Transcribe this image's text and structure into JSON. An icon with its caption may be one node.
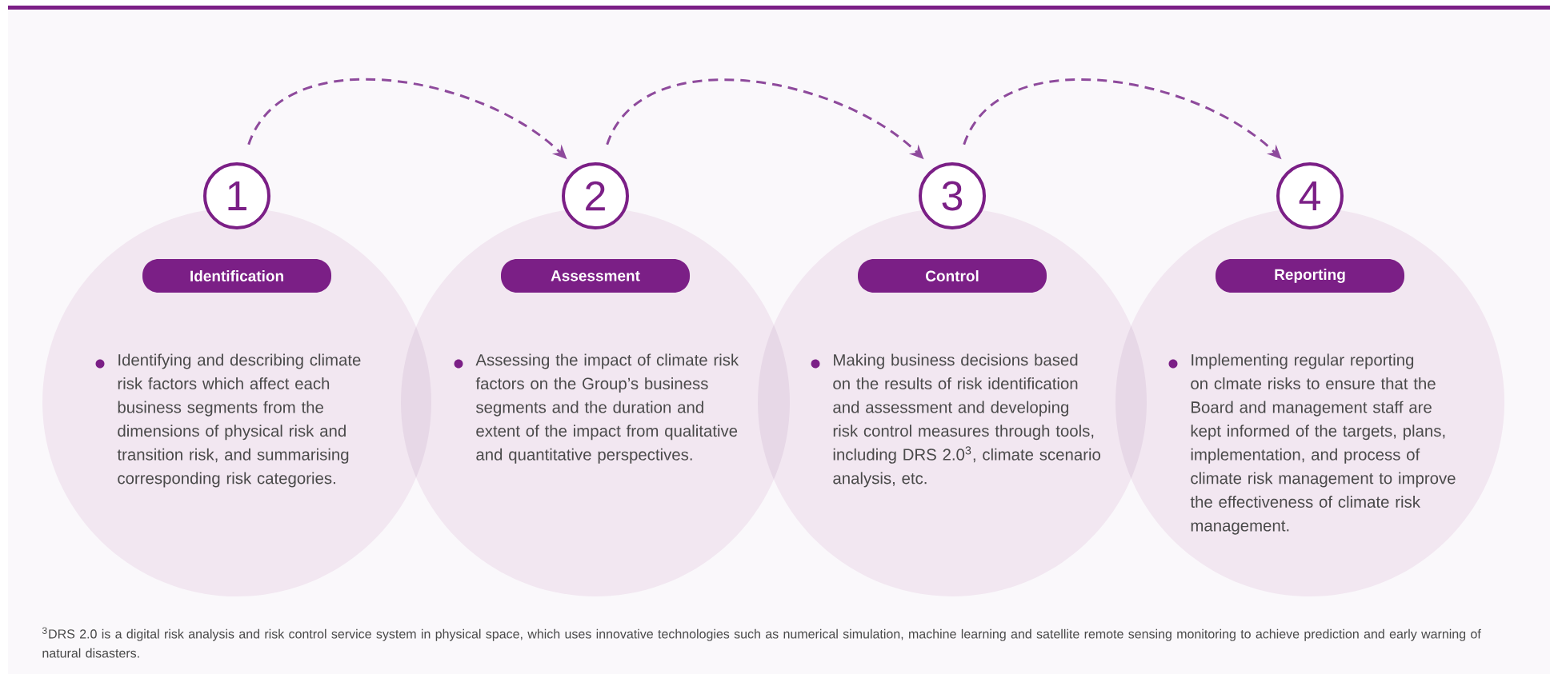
{
  "diagram": {
    "nodes": [
      {
        "text": [
          "1"
        ]
      },
      {
        "text": [
          "Identifying and describing climate risk factors which affect each business segments from the dimensions of physical risk and transition risk, and summarising corresponding risk categories."
        ]
      },
      {
        "text": [
          "Identification"
        ],
        "in": 1
      },
      {
        "text": [
          "2"
        ]
      },
      {
        "text": [
          "Assessing the impact of climate risk factors on the Group’s business segments and the duration and extent of the impact from qualitative and quantitative perspectives."
        ]
      },
      {
        "text": [
          "Assessment"
        ],
        "in": 4
      },
      {
        "text": [
          "3"
        ]
      },
      {
        "text": [
          "Making business decisions based on the results of risk identification and assessment and developing risk control measures through tools, including DRS 2.0$^{3}$, climate scenario analysis, etc."
        ]
      },
      {
        "text": [
          "Control"
        ],
        "in": 7
      },
      {
        "text": [
          "4"
        ]
      },
      {
        "text": [
          "Implementing regular reporting on clmate risks to ensure that the Board and management staff are kept informed of the targets, plans, implementation, and process of climate risk management to improve the effectiveness of climate risk management."
        ]
      },
      {
        "text": [
          "Reporting"
        ],
        "in": 10
      }
    ],
    "edges": [
      {
        "from": 0,
        "to": 3,
        "arrow": "to",
        "style": "dashed"
      },
      {
        "from": 3,
        "to": 6,
        "arrow": "to",
        "style": "dashed"
      },
      {
        "from": 6,
        "to": 9,
        "arrow": "to",
        "style": "dashed"
      }
    ],
    "labels": [
      "$^{3}$DRS 2.0 is a digital risk analysis and risk control service system in physical space, which uses innovative technologies such as numerical simulation, machine learning and satellite remote sensing monitoring to achieve prediction and early warning of natural disasters."
    ]
  }
}
